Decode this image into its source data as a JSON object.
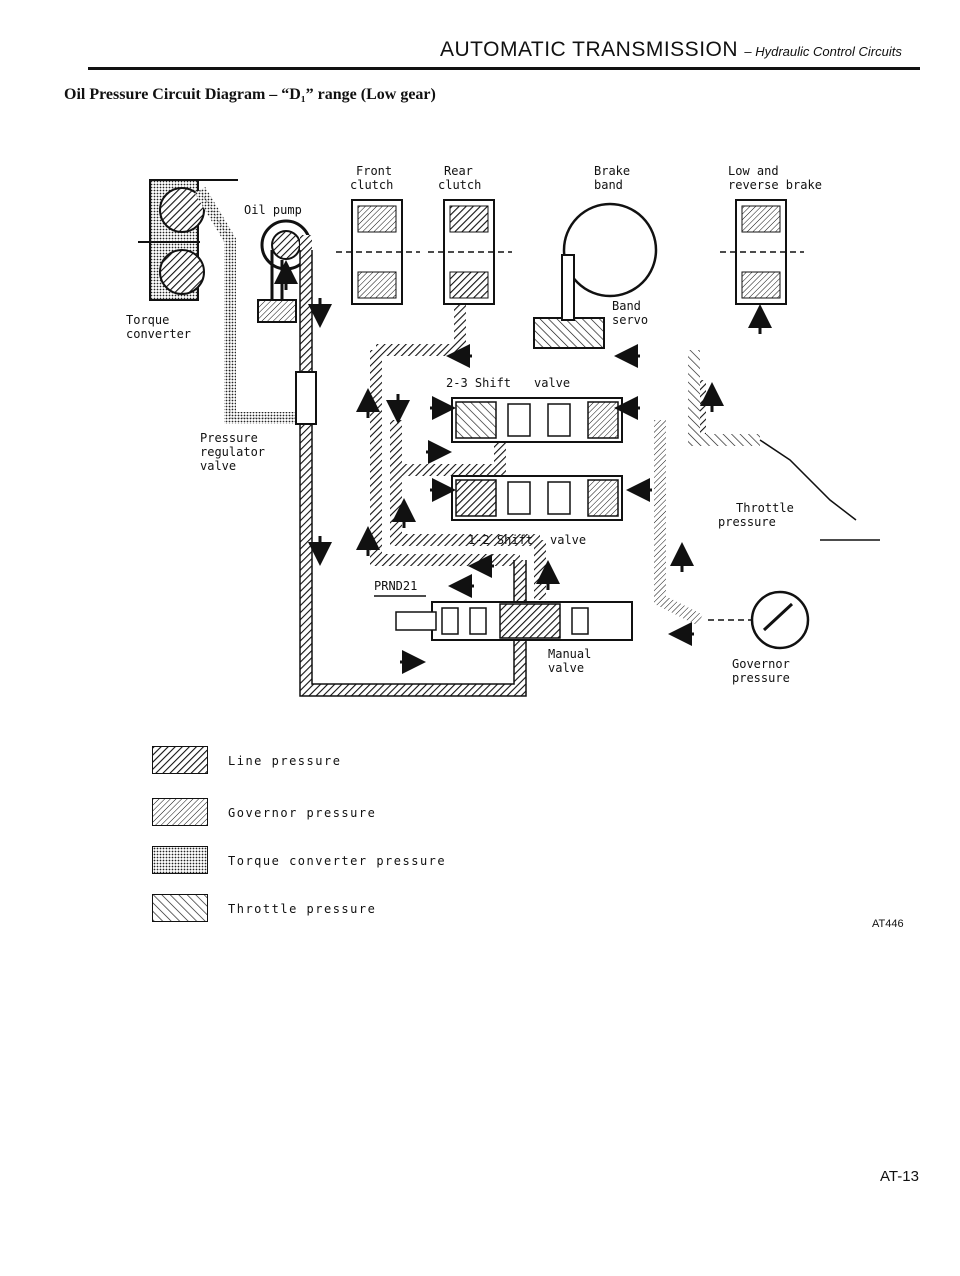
{
  "header": {
    "title": "AUTOMATIC TRANSMISSION",
    "subtitle": "– Hydraulic Control Circuits"
  },
  "diagram_title": "Oil Pressure Circuit Diagram – “D₁” range (Low gear)",
  "labels": {
    "torque_converter": [
      "Torque",
      "converter"
    ],
    "oil_pump": "Oil pump",
    "pressure_regulator": [
      "Pressure",
      "regulator",
      "valve"
    ],
    "front_clutch": [
      "Front",
      "clutch"
    ],
    "rear_clutch": [
      "Rear",
      "clutch"
    ],
    "brake_band": [
      "Brake",
      "band"
    ],
    "low_reverse_brake": [
      "Low and",
      "reverse brake"
    ],
    "band_servo": [
      "Band",
      "servo"
    ],
    "shift_23": "2-3 Shift",
    "shift_23_valve": "valve",
    "shift_12": "1-2 Shift",
    "shift_12_valve": "valve",
    "throttle_pressure": [
      "Throttle",
      "pressure"
    ],
    "prnd": "PRND21",
    "manual_valve": [
      "Manual",
      "valve"
    ],
    "governor_pressure": [
      "Governor",
      "pressure"
    ]
  },
  "legend": [
    {
      "label": "Line pressure",
      "pattern": "line"
    },
    {
      "label": "Governor pressure",
      "pattern": "governor"
    },
    {
      "label": "Torque converter pressure",
      "pattern": "torque"
    },
    {
      "label": "Throttle pressure",
      "pattern": "throttle"
    }
  ],
  "figure_code": "AT446",
  "page_number": "AT-13"
}
